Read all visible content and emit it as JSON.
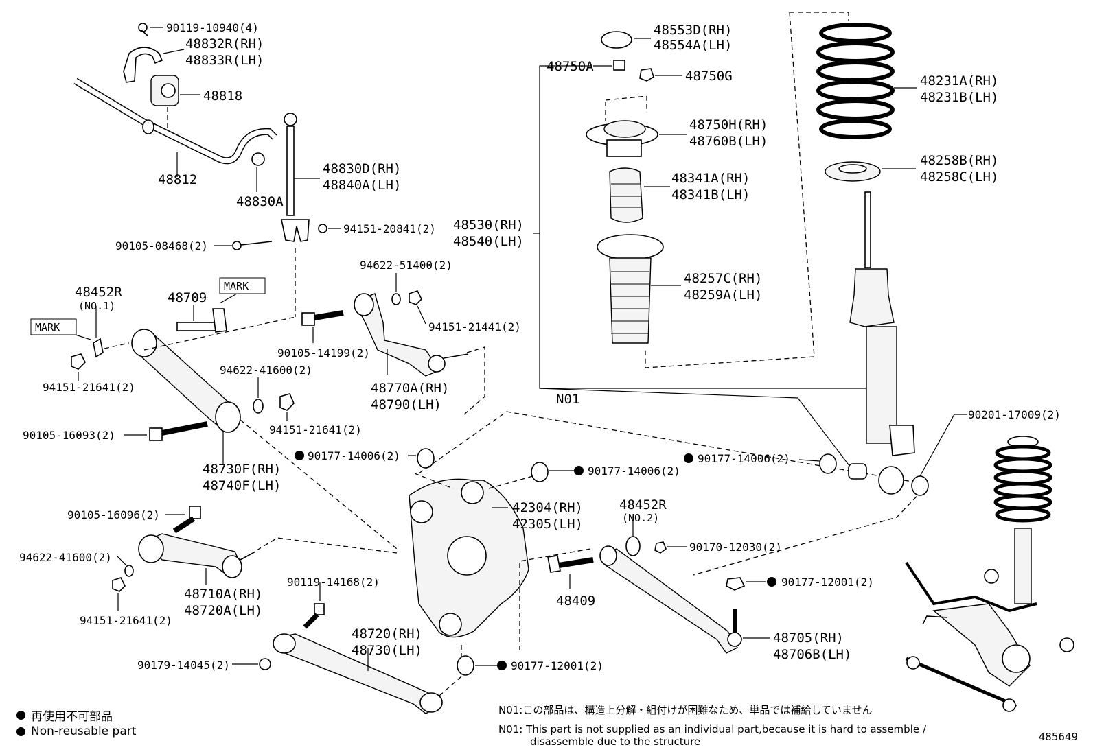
{
  "parts": {
    "p_90119_10940": "90119-10940(4)",
    "p_48832R": "48832R(RH)",
    "p_48833R": "48833R(LH)",
    "p_48818": "48818",
    "p_48812": "48812",
    "p_48830A": "48830A",
    "p_48830D": "48830D(RH)",
    "p_48840A": "48840A(LH)",
    "p_94151_20841": "94151-20841(2)",
    "p_90105_08468": "90105-08468(2)",
    "p_94622_51400": "94622-51400(2)",
    "p_48452R_1": "48452R",
    "p_no1": "(NO.1)",
    "p_48709": "48709",
    "p_94151_21441": "94151-21441(2)",
    "p_90105_14199": "90105-14199(2)",
    "p_94151_21641_a": "94151-21641(2)",
    "p_94622_41600_a": "94622-41600(2)",
    "p_48770A": "48770A(RH)",
    "p_48790": "48790(LH)",
    "p_94151_21641_b": "94151-21641(2)",
    "p_90105_16093": "90105-16093(2)",
    "p_48730F": "48730F(RH)",
    "p_48740F": "48740F(LH)",
    "p_90177_14006_a": "90177-14006(2)",
    "p_90177_14006_b": "90177-14006(2)",
    "p_90177_14006_c": "90177-14006(2)",
    "p_42304": "42304(RH)",
    "p_42305": "42305(LH)",
    "p_48452R_2": "48452R",
    "p_no2": "(NO.2)",
    "p_90170_12030": "90170-12030(2)",
    "p_90105_16096": "90105-16096(2)",
    "p_94622_41600_b": "94622-41600(2)",
    "p_48710A": "48710A(RH)",
    "p_48720A": "48720A(LH)",
    "p_94151_21641_c": "94151-21641(2)",
    "p_90119_14168": "90119-14168(2)",
    "p_48409": "48409",
    "p_90177_12001_a": "90177-12001(2)",
    "p_48720": "48720(RH)",
    "p_48730": "48730(LH)",
    "p_48705": "48705(RH)",
    "p_48706B": "48706B(LH)",
    "p_90179_14045": "90179-14045(2)",
    "p_90177_12001_b": "90177-12001(2)",
    "p_48553D": "48553D(RH)",
    "p_48554A": "48554A(LH)",
    "p_48750A": "48750A",
    "p_48750G": "48750G",
    "p_48750H": "48750H(RH)",
    "p_48760B": "48760B(LH)",
    "p_48341A": "48341A(RH)",
    "p_48341B": "48341B(LH)",
    "p_48530": "48530(RH)",
    "p_48540": "48540(LH)",
    "p_48257C": "48257C(RH)",
    "p_48259A": "48259A(LH)",
    "p_N01": "N01",
    "p_48231A": "48231A(RH)",
    "p_48231B": "48231B(LH)",
    "p_48258B": "48258B(RH)",
    "p_48258C": "48258C(LH)",
    "p_90201_17009": "90201-17009(2)"
  },
  "marks": {
    "mark_left": "MARK",
    "mark_right": "MARK"
  },
  "legend": {
    "jp": "再使用不可部品",
    "en": "Non-reusable part"
  },
  "notes": {
    "n01_jp": "N01:この部品は、構造上分解・組付けが困難なため、単品では補給していません",
    "n01_en_1": "N01: This part is not supplied as an individual part,because it is hard to assemble /",
    "n01_en_2": "disassemble due to the structure"
  },
  "illustration_number": "485649"
}
